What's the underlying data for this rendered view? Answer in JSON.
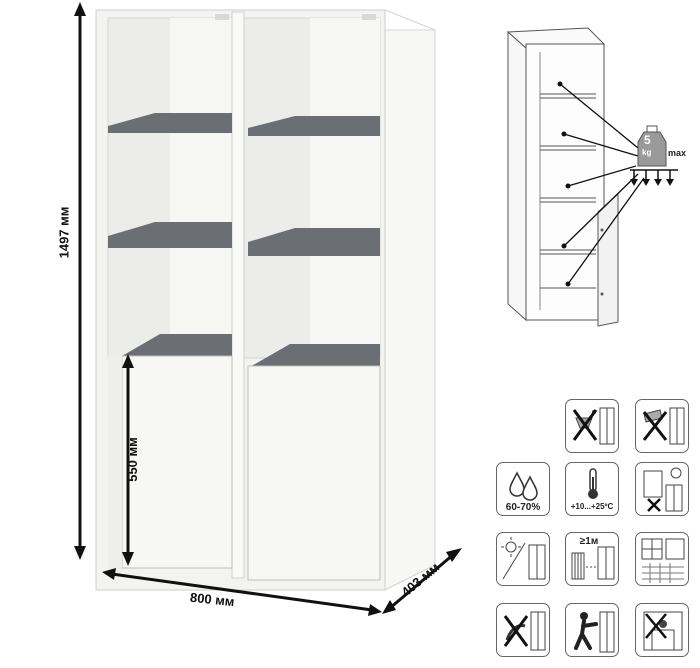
{
  "dimensions": {
    "height": "1497 мм",
    "door_height": "550 мм",
    "width": "800 мм",
    "depth": "403 мм"
  },
  "load_diagram": {
    "weight": "5",
    "unit": "kg",
    "max_label": "max"
  },
  "care_icons": {
    "humidity": "60-70%",
    "temperature": "+10...+25ºC",
    "distance": "≥1м"
  },
  "colors": {
    "body": "#f4f4f2",
    "shelf": "#6b6e72",
    "outline": "#555555"
  }
}
